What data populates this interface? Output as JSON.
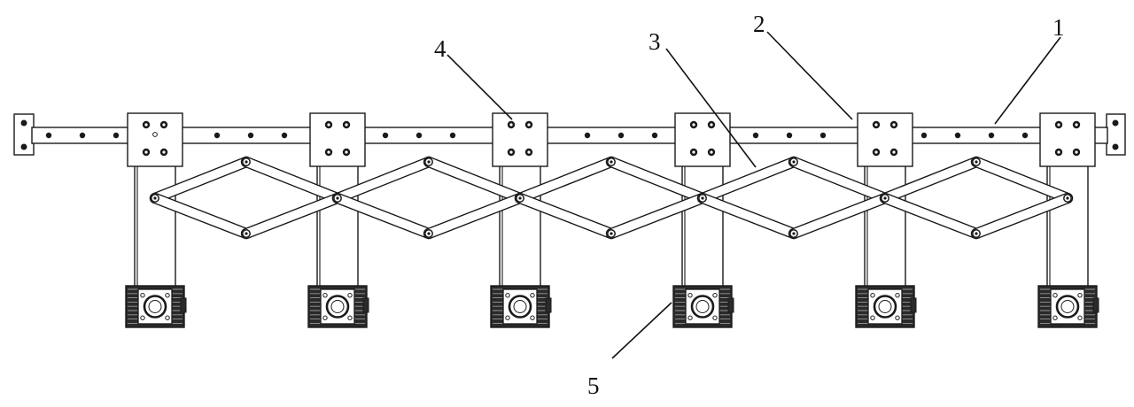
{
  "figure": {
    "callouts": [
      {
        "id": "1",
        "label": "1",
        "part": "rail"
      },
      {
        "id": "2",
        "label": "2",
        "part": "carriage-plate"
      },
      {
        "id": "3",
        "label": "3",
        "part": "scissor-link"
      },
      {
        "id": "4",
        "label": "4",
        "part": "mounting-bolt"
      },
      {
        "id": "5",
        "label": "5",
        "part": "end-effector-module"
      }
    ],
    "carriage_count": 6,
    "colors": {
      "line": "#1a1a1a",
      "fill": "#ffffff",
      "dark": "#111111"
    }
  }
}
